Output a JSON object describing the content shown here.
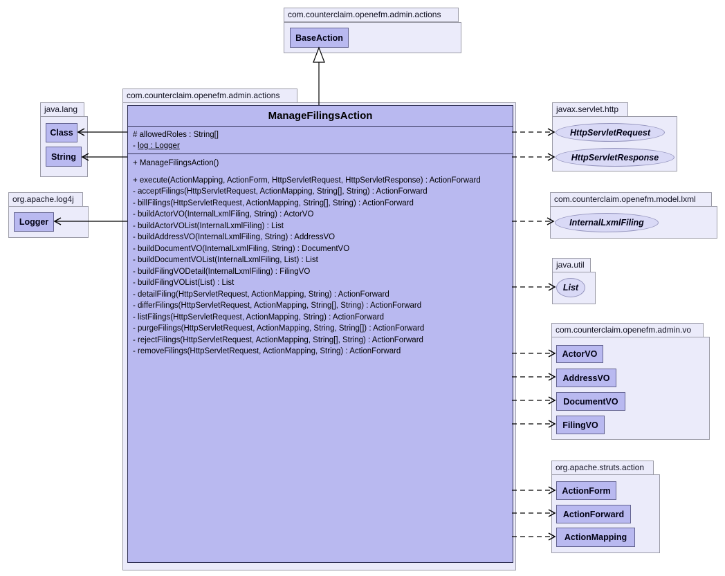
{
  "diagram_type": "uml-class-diagram",
  "colors": {
    "package_fill": "#ebebfa",
    "package_border": "#9a9aa6",
    "class_fill": "#b9b9f0",
    "class_border": "#62628f",
    "interface_fill": "#d9d9f6",
    "edge_color": "#000000",
    "background": "#ffffff"
  },
  "packages": {
    "top_actions": {
      "name": "com.counterclaim.openefm.admin.actions",
      "classes": [
        {
          "name": "BaseAction"
        }
      ]
    },
    "main_actions": {
      "name": "com.counterclaim.openefm.admin.actions"
    },
    "java_lang": {
      "name": "java.lang",
      "classes": [
        {
          "name": "Class"
        },
        {
          "name": "String"
        }
      ]
    },
    "log4j": {
      "name": "org.apache.log4j",
      "classes": [
        {
          "name": "Logger"
        }
      ]
    },
    "servlet_http": {
      "name": "javax.servlet.http",
      "interfaces": [
        {
          "name": "HttpServletRequest"
        },
        {
          "name": "HttpServletResponse"
        }
      ]
    },
    "model_lxml": {
      "name": "com.counterclaim.openefm.model.lxml",
      "interfaces": [
        {
          "name": "InternalLxmlFiling"
        }
      ]
    },
    "java_util": {
      "name": "java.util",
      "interfaces": [
        {
          "name": "List"
        }
      ]
    },
    "admin_vo": {
      "name": "com.counterclaim.openefm.admin.vo",
      "classes": [
        {
          "name": "ActorVO"
        },
        {
          "name": "AddressVO"
        },
        {
          "name": "DocumentVO"
        },
        {
          "name": "FilingVO"
        }
      ]
    },
    "struts_action": {
      "name": "org.apache.struts.action",
      "classes": [
        {
          "name": "ActionForm"
        },
        {
          "name": "ActionForward"
        },
        {
          "name": "ActionMapping"
        }
      ]
    }
  },
  "main_class": {
    "name": "ManageFilingsAction",
    "fields": [
      {
        "text": "# allowedRoles : String[]",
        "static": false
      },
      {
        "prefix": "- ",
        "text": "log : Logger",
        "static": true
      }
    ],
    "constructor": "+ ManageFilingsAction()",
    "methods": [
      "+ execute(ActionMapping, ActionForm, HttpServletRequest, HttpServletResponse) : ActionForward",
      "- acceptFilings(HttpServletRequest, ActionMapping, String[], String) : ActionForward",
      "- billFilings(HttpServletRequest, ActionMapping, String[], String) : ActionForward",
      "- buildActorVO(InternalLxmlFiling, String) : ActorVO",
      "- buildActorVOList(InternalLxmlFiling) : List",
      "- buildAddressVO(InternalLxmlFiling, String) : AddressVO",
      "- buildDocumentVO(InternalLxmlFiling, String) : DocumentVO",
      "- buildDocumentVOList(InternalLxmlFiling, List) : List",
      "- buildFilingVODetail(InternalLxmlFiling) : FilingVO",
      "- buildFilingVOList(List) : List",
      "- detailFiling(HttpServletRequest, ActionMapping, String) : ActionForward",
      "- differFilings(HttpServletRequest, ActionMapping, String[], String) : ActionForward",
      "- listFilings(HttpServletRequest, ActionMapping, String) : ActionForward",
      "- purgeFilings(HttpServletRequest, ActionMapping, String, String[]) : ActionForward",
      "- rejectFilings(HttpServletRequest, ActionMapping, String[], String) : ActionForward",
      "- removeFilings(HttpServletRequest, ActionMapping, String) : ActionForward"
    ]
  },
  "relationships": [
    {
      "from": "ManageFilingsAction",
      "to": "BaseAction",
      "type": "generalization",
      "line": "solid-hollow-triangle"
    },
    {
      "from": "ManageFilingsAction",
      "to": "Class",
      "type": "association",
      "line": "solid-open-arrow"
    },
    {
      "from": "ManageFilingsAction",
      "to": "String",
      "type": "association",
      "line": "solid-open-arrow"
    },
    {
      "from": "ManageFilingsAction",
      "to": "Logger",
      "type": "association",
      "line": "solid-open-arrow"
    },
    {
      "from": "ManageFilingsAction",
      "to": "HttpServletRequest",
      "type": "dependency",
      "line": "dashed-open-arrow"
    },
    {
      "from": "ManageFilingsAction",
      "to": "HttpServletResponse",
      "type": "dependency",
      "line": "dashed-open-arrow"
    },
    {
      "from": "ManageFilingsAction",
      "to": "InternalLxmlFiling",
      "type": "dependency",
      "line": "dashed-open-arrow"
    },
    {
      "from": "ManageFilingsAction",
      "to": "List",
      "type": "dependency",
      "line": "dashed-open-arrow"
    },
    {
      "from": "ManageFilingsAction",
      "to": "ActorVO",
      "type": "dependency",
      "line": "dashed-open-arrow"
    },
    {
      "from": "ManageFilingsAction",
      "to": "AddressVO",
      "type": "dependency",
      "line": "dashed-open-arrow"
    },
    {
      "from": "ManageFilingsAction",
      "to": "DocumentVO",
      "type": "dependency",
      "line": "dashed-open-arrow"
    },
    {
      "from": "ManageFilingsAction",
      "to": "FilingVO",
      "type": "dependency",
      "line": "dashed-open-arrow"
    },
    {
      "from": "ManageFilingsAction",
      "to": "ActionForm",
      "type": "dependency",
      "line": "dashed-open-arrow"
    },
    {
      "from": "ManageFilingsAction",
      "to": "ActionForward",
      "type": "dependency",
      "line": "dashed-open-arrow"
    },
    {
      "from": "ManageFilingsAction",
      "to": "ActionMapping",
      "type": "dependency",
      "line": "dashed-open-arrow"
    }
  ]
}
